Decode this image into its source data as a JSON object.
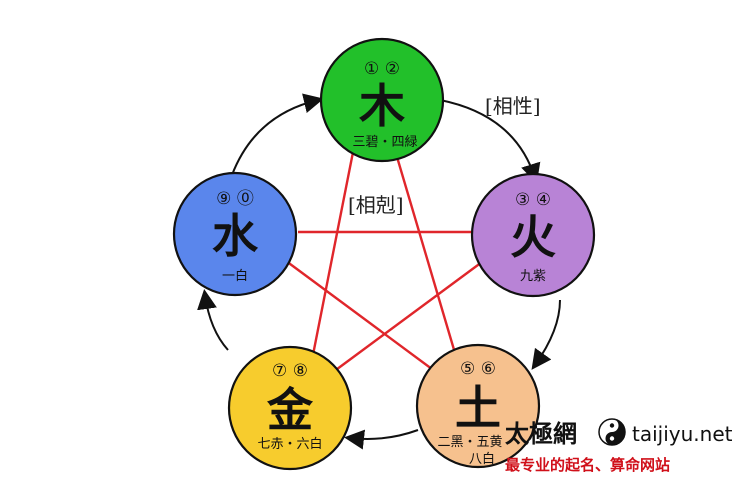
{
  "diagram": {
    "generating_label": "[相性]",
    "controlling_label": "[相剋]",
    "colors": {
      "arrow": "#111111",
      "star": "#e0262b",
      "wood": "#22c02a",
      "fire": "#b883d6",
      "earth": "#f6c18e",
      "metal": "#f7cc2d",
      "water": "#5a86ec"
    },
    "elements": [
      {
        "key": "wood",
        "numbers": "① ②",
        "char": "木",
        "sub": "三碧・四緑"
      },
      {
        "key": "fire",
        "numbers": "③ ④",
        "char": "火",
        "sub": "九紫"
      },
      {
        "key": "earth",
        "numbers": "⑤ ⑥",
        "char": "土",
        "sub": "二黑・五黄",
        "sub2": "八白"
      },
      {
        "key": "metal",
        "numbers": "⑦ ⑧",
        "char": "金",
        "sub": "七赤・六白"
      },
      {
        "key": "water",
        "numbers": "⑨ ⓪",
        "char": "水",
        "sub": "一白"
      }
    ]
  },
  "watermark": {
    "name": "太極網",
    "site": "taijiyu.net",
    "slogan": "最专业的起名、算命网站",
    "icon": "yin-yang-icon"
  }
}
